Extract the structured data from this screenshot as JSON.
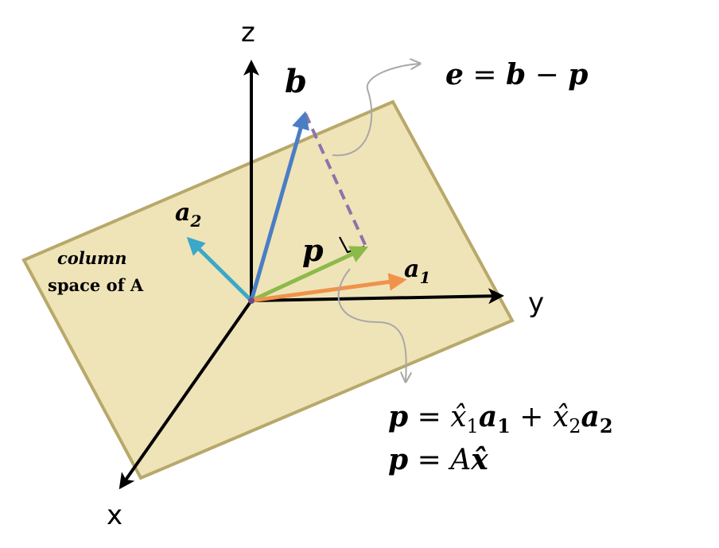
{
  "colors": {
    "plane_fill": "#efe3b8",
    "plane_stroke": "#b8a86a",
    "axis": "#000000",
    "vector_b": "#4a7ec4",
    "vector_p": "#8cba4a",
    "vector_a1": "#f0924a",
    "vector_a2": "#3aa8c8",
    "error_dash": "#8a74a8",
    "callout": "#a8a8a8"
  },
  "axes": {
    "z": "z",
    "y": "y",
    "x": "x"
  },
  "vectors": {
    "b": "b",
    "p": "p",
    "a1": "a",
    "a1_sub": "1",
    "a2": "a",
    "a2_sub": "2"
  },
  "plane": {
    "line1": "column",
    "line2": "space of A"
  },
  "equations": {
    "e_def": {
      "lhs": "e",
      "eq": " = ",
      "b": "b",
      "minus": " − ",
      "p": "p"
    },
    "p_comb": {
      "p": "p",
      "eq": " = ",
      "x1": "x̂",
      "x1_sub": "1",
      "a1": "a",
      "a1_sub": "1",
      "plus": " + ",
      "x2": "x̂",
      "x2_sub": "2",
      "a2": "a",
      "a2_sub": "2"
    },
    "p_mat": {
      "p": "p",
      "eq": " = ",
      "A": "A",
      "xhat": "x̂"
    }
  }
}
